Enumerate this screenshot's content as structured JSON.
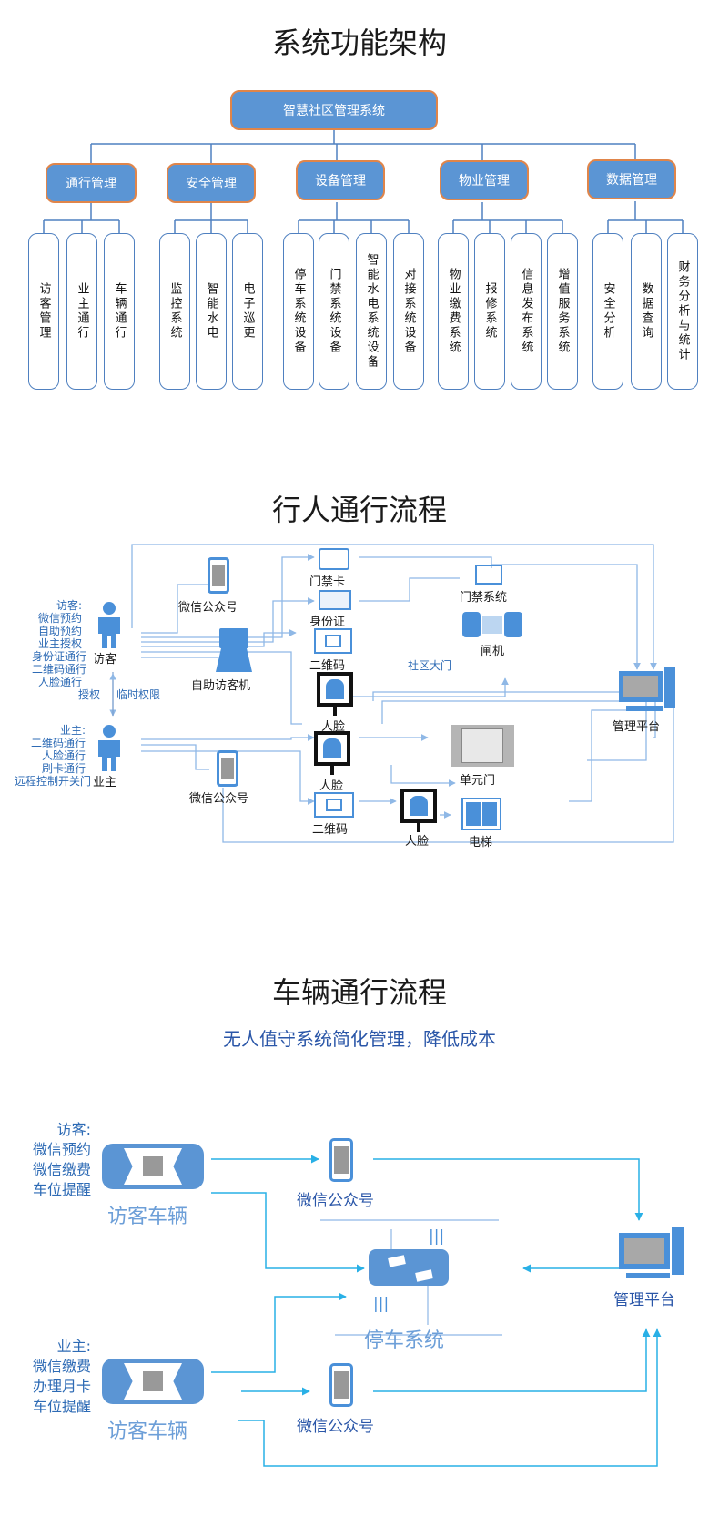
{
  "section1": {
    "title": "系统功能架构",
    "root": "智慧社区管理系统",
    "categories": [
      {
        "label": "通行管理",
        "children": [
          "访客管理",
          "业主通行",
          "车辆通行"
        ]
      },
      {
        "label": "安全管理",
        "children": [
          "监控系统",
          "智能水电",
          "电子巡更"
        ]
      },
      {
        "label": "设备管理",
        "children": [
          "停车系统设备",
          "门禁系统设备",
          "智能水电系统设备",
          "对接系统设备"
        ]
      },
      {
        "label": "物业管理",
        "children": [
          "物业缴费系统",
          "报修系统",
          "信息发布系统",
          "增值服务系统"
        ]
      },
      {
        "label": "数据管理",
        "children": [
          "安全分析",
          "数据查询",
          "财务分析与统计"
        ]
      }
    ]
  },
  "section2": {
    "title": "行人通行流程",
    "visitor_notes": [
      "访客:",
      "微信预约",
      "自助预约",
      "业主授权",
      "身份证通行",
      "二维码通行",
      "人脸通行"
    ],
    "visitor": "访客",
    "auth_left": "授权",
    "auth_right": "临时权限",
    "owner_notes": [
      "业主:",
      "二维码通行",
      "人脸通行",
      "刷卡通行",
      "远程控制开关门"
    ],
    "owner": "业主",
    "wechat1": "微信公众号",
    "kiosk": "自助访客机",
    "wechat2": "微信公众号",
    "card": "门禁卡",
    "idcard": "身份证",
    "qr1": "二维码",
    "face1": "人脸",
    "face2": "人脸",
    "qr2": "二维码",
    "face3": "人脸",
    "access_system": "门禁系统",
    "gate": "闸机",
    "community_gate": "社区大门",
    "unit_door": "单元门",
    "elevator": "电梯",
    "platform": "管理平台"
  },
  "section3": {
    "title": "车辆通行流程",
    "subtitle": "无人值守系统简化管理，降低成本",
    "visitor_notes": "访客:\n微信预约\n微信缴费\n车位提醒",
    "visitor_car": "访客车辆",
    "wechat1": "微信公众号",
    "parking": "停车系统",
    "platform": "管理平台",
    "owner_notes": "业主:\n微信缴费\n办理月卡\n车位提醒",
    "owner_car": "访客车辆",
    "wechat2": "微信公众号"
  },
  "colors": {
    "box_blue": "#5b95d4",
    "box_border": "#e0854a",
    "line_blue": "#4f80c0",
    "flow_line": "#8fb8e6",
    "icon_blue": "#4a90d9"
  }
}
